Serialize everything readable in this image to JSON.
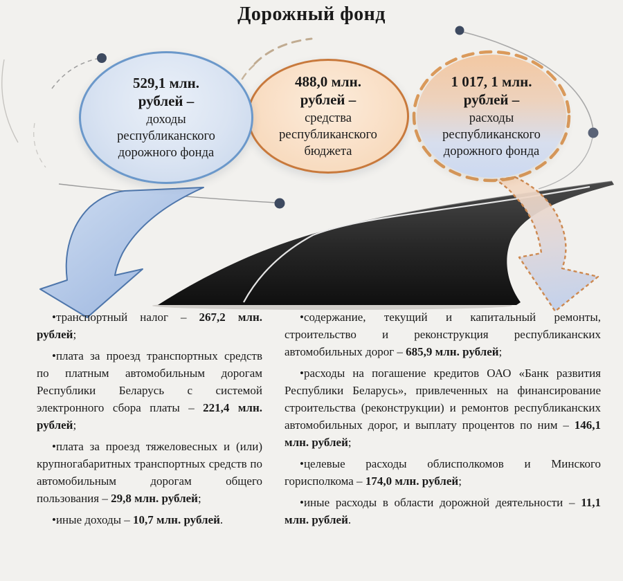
{
  "title": "Дорожный фонд",
  "bubbles": [
    {
      "id": "income",
      "amount": "529,1 млн. рублей –",
      "label": "доходы республиканского дорожного фонда"
    },
    {
      "id": "budget",
      "amount": "488,0 млн. рублей –",
      "label": "средства республиканского бюджета"
    },
    {
      "id": "expense",
      "amount": "1 017, 1 млн. рублей –",
      "label": "расходы республиканского дорожного фонда"
    }
  ],
  "income": {
    "items": [
      {
        "segments": [
          {
            "t": "•транспортный налог – ",
            "b": false
          },
          {
            "t": "267,2 млн. рублей",
            "b": true
          },
          {
            "t": ";",
            "b": false
          }
        ]
      },
      {
        "segments": [
          {
            "t": "•плата за проезд транспортных средств по платным автомобильным дорогам Республики Беларусь с системой электронного сбора платы – ",
            "b": false
          },
          {
            "t": "221,4 млн. рублей",
            "b": true
          },
          {
            "t": ";",
            "b": false
          }
        ]
      },
      {
        "segments": [
          {
            "t": "•плата за проезд тяжеловесных и (или) крупногабаритных транспортных средств по автомобильным дорогам общего пользования – ",
            "b": false
          },
          {
            "t": "29,8 млн. рублей",
            "b": true
          },
          {
            "t": ";",
            "b": false
          }
        ]
      },
      {
        "segments": [
          {
            "t": "•иные доходы – ",
            "b": false
          },
          {
            "t": "10,7 млн. рублей",
            "b": true
          },
          {
            "t": ".",
            "b": false
          }
        ]
      }
    ]
  },
  "expenses": {
    "items": [
      {
        "segments": [
          {
            "t": "•содержание, текущий и капитальный ремонты, строительство и реконструкция республиканских автомобильных дорог – ",
            "b": false
          },
          {
            "t": "685,9 млн. рублей",
            "b": true
          },
          {
            "t": ";",
            "b": false
          }
        ]
      },
      {
        "segments": [
          {
            "t": "•расходы на погашение кредитов ОАО «Банк развития Республики Беларусь», привлеченных на финансирование строительства (реконструкции) и ремонтов республиканских автомобильных дорог, и выплату процентов по ним – ",
            "b": false
          },
          {
            "t": "146,1 млн. рублей",
            "b": true
          },
          {
            "t": ";",
            "b": false
          }
        ]
      },
      {
        "segments": [
          {
            "t": "•целевые расходы облисполкомов и Минского горисполкома – ",
            "b": false
          },
          {
            "t": "174,0 млн. рублей",
            "b": true
          },
          {
            "t": ";",
            "b": false
          }
        ]
      },
      {
        "segments": [
          {
            "t": "•иные расходы в области дорожной деятельности – ",
            "b": false
          },
          {
            "t": "11,1 млн. рублей",
            "b": true
          },
          {
            "t": ".",
            "b": false
          }
        ]
      }
    ]
  },
  "graphics": {
    "road": "road-graphic",
    "left_arrow": "curved-arrow-down-left-icon",
    "right_arrow": "curved-arrow-down-right-icon",
    "connector_dot": "connector-dot-icon",
    "connector_line": "connector-line"
  },
  "colors": {
    "background": "#f2f1ee",
    "income_bubble_border": "#6b98ca",
    "income_bubble_fill": "#d9e3f2",
    "budget_bubble_border": "#c8793c",
    "budget_bubble_fill": "#f9dfc6",
    "expense_bubble_border": "#dc9b5c",
    "expense_bubble_fill_top": "#f3c8a2",
    "expense_bubble_fill_bottom": "#ccd9f0",
    "blue_arrow_fill": "#b5c9e8",
    "blue_arrow_border": "#4e76ab",
    "dashed_arrow_border": "#cd8950",
    "road": "#1c1c1c",
    "connector_dot": "#3e4a60",
    "text": "#1a1a1a"
  }
}
